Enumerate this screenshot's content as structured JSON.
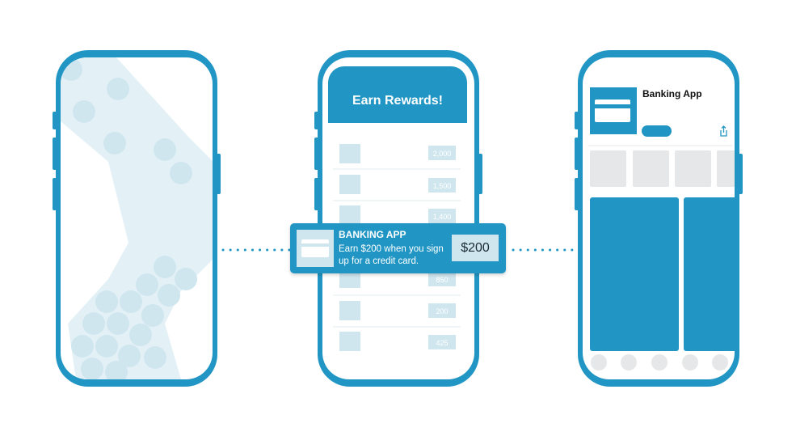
{
  "colors": {
    "accent": "#2196c4",
    "accent_pale": "#cfe6ef",
    "accent_light": "#e3f1f7",
    "gray_tile": "#e6e7e8",
    "gray_line": "#d9e8ee"
  },
  "rewards_screen": {
    "header_title": "Earn Rewards!",
    "points": [
      "2,000",
      "1,500",
      "1,400",
      "850",
      "200",
      "425"
    ]
  },
  "notification": {
    "app_name": "BANKING APP",
    "message_line1": "Earn $200 when you sign",
    "message_line2": "up for a credit card.",
    "amount": "$200",
    "icon": "credit-card-icon"
  },
  "app_store_screen": {
    "app_title": "Banking App",
    "icon": "credit-card-icon",
    "share_icon": "share-icon"
  }
}
